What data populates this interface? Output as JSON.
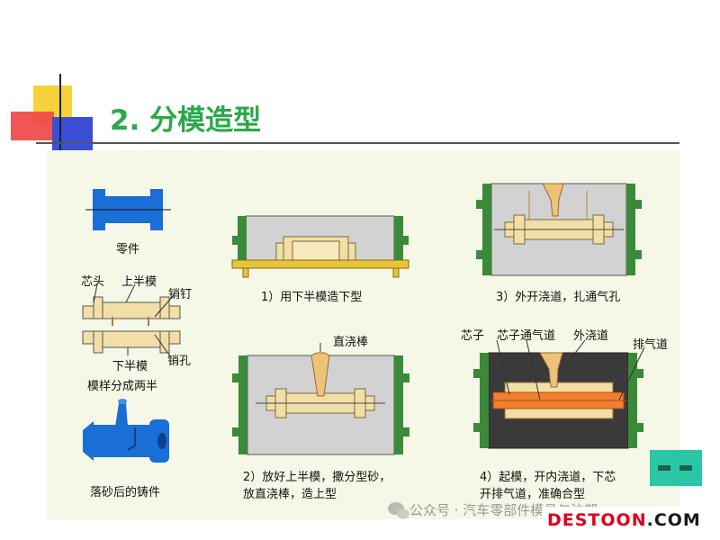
{
  "title": "2. 分模造型",
  "left": {
    "part_label": "零件",
    "core_head": "芯头",
    "upper_half": "上半模",
    "pin": "销钉",
    "lower_half": "下半模",
    "pin_hole": "销孔",
    "split_caption": "模样分成两半",
    "casting_caption": "落砂后的铸件"
  },
  "steps": {
    "s1": "1）用下半模造下型",
    "s2_line1": "2）放好上半模，撒分型砂，",
    "s2_line2": "放直浇棒，造上型",
    "s2_sprue": "直浇棒",
    "s3": "3）外开浇道，扎通气孔",
    "s4_line1": "4）起模，开内浇道，下芯",
    "s4_line2": "开排气道，准确合型",
    "s4_core": "芯子",
    "s4_vent": "芯子通气道",
    "s4_runner": "外浇道",
    "s4_exhaust": "排气道"
  },
  "watermark": "公众号 · 汽车零部件模具与注塑",
  "logo": {
    "part1": "DESTOON",
    "part2": ".COM"
  },
  "colors": {
    "title": "#2aa84a",
    "panel": "#f5f8e6",
    "flask": "#3a8a3a",
    "sand": "#d2d2d2",
    "pattern": "#f2dfa8",
    "board": "#e8c43a",
    "blue_part": "#1a6fd6",
    "core": "#f08030"
  }
}
